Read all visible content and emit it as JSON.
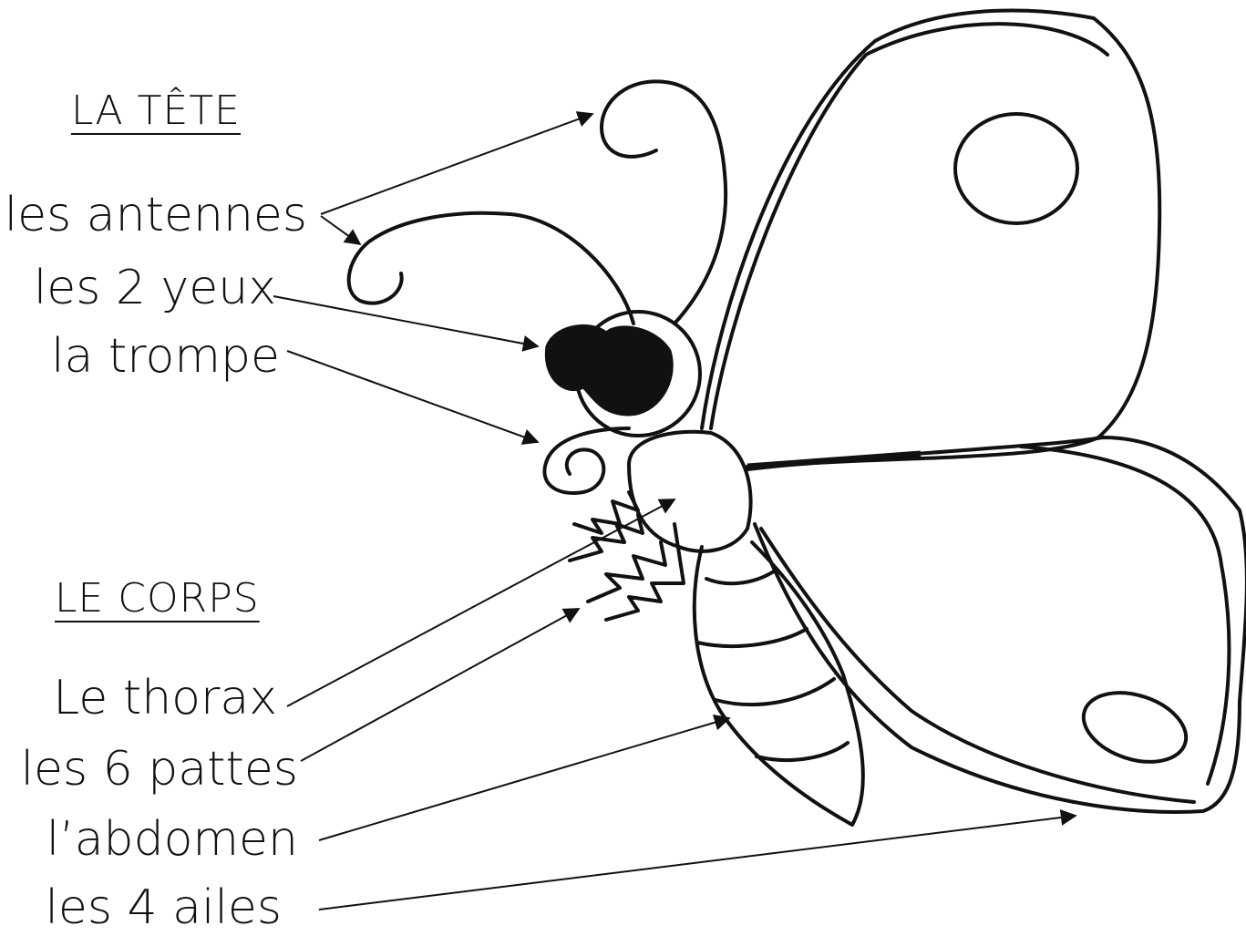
{
  "sections": {
    "head": {
      "title": "LA TÊTE",
      "items": [
        "les antennes",
        "les 2 yeux",
        "la trompe"
      ]
    },
    "body": {
      "title": "LE CORPS",
      "items": [
        "Le thorax",
        "les 6 pattes",
        "l’abdomen",
        "les 4 ailes"
      ]
    }
  },
  "colors": {
    "ink": "#111111",
    "background": "#ffffff"
  }
}
